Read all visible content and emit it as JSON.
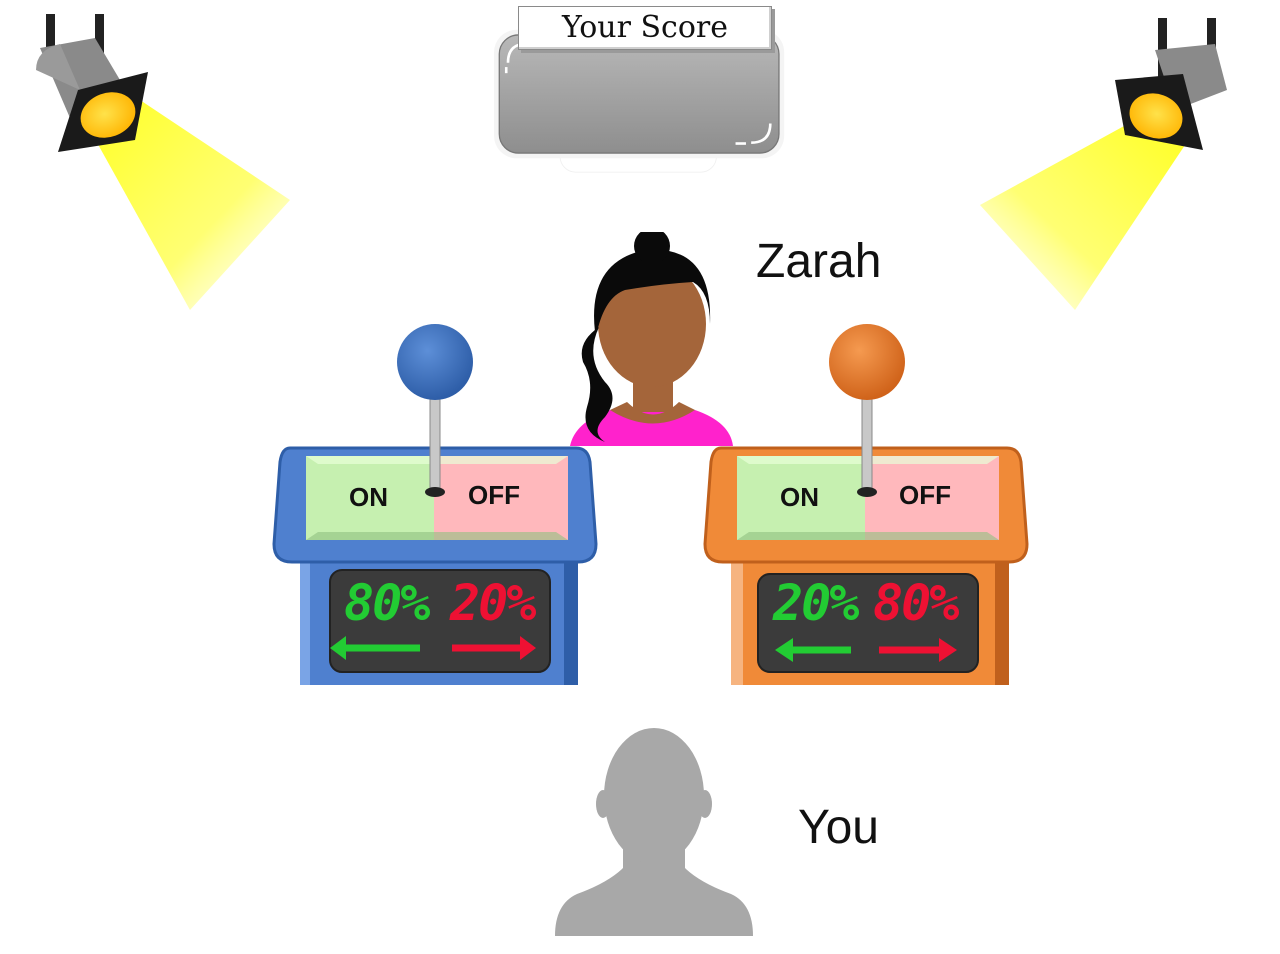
{
  "score": {
    "label": "Your Score"
  },
  "opponent": {
    "name": "Zarah"
  },
  "player": {
    "name": "You"
  },
  "machines": [
    {
      "id": "blue",
      "on_label": "ON",
      "off_label": "OFF",
      "left_pct": "80%",
      "right_pct": "20%",
      "body_color": "#4f80cf",
      "knob_color": "#3b6fbd"
    },
    {
      "id": "orange",
      "on_label": "ON",
      "off_label": "OFF",
      "left_pct": "20%",
      "right_pct": "80%",
      "body_color": "#f08a38",
      "knob_color": "#e8782a"
    }
  ],
  "colors": {
    "display_green": "#22cc33",
    "display_red": "#ee1133",
    "opponent_shirt": "#ff22cc",
    "spotlight_beam": "#ffff33"
  }
}
